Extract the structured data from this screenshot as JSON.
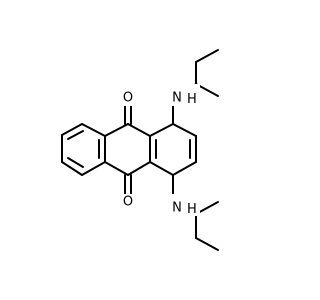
{
  "molecule": {
    "atoms": {
      "o_top": "O",
      "o_bottom": "O",
      "n_top": "N",
      "n_top_h": "H",
      "n_bottom": "N",
      "n_bottom_h": "H"
    }
  },
  "colors": {
    "bond": "#000000",
    "background": "#ffffff"
  }
}
